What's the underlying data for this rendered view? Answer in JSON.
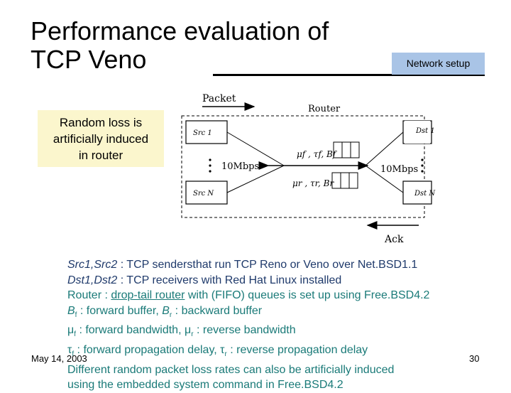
{
  "slide": {
    "title_line1": "Performance evaluation of",
    "title_line2": "TCP Veno",
    "tag": "Network setup",
    "callout": [
      "Random loss is",
      "artificially induced",
      "in router"
    ],
    "date": "May 14, 2003",
    "page_number": "30"
  },
  "diagram": {
    "packet_label": "Packet",
    "router_label": "Router",
    "ack_label": "Ack",
    "src1": "Src 1",
    "srcN": "Src N",
    "dst1": "Dst 1",
    "dstN": "Dst N",
    "link_left": "10Mbps",
    "link_right": "10Mbps",
    "forward_params": "μf , τf, Bf",
    "reverse_params": "μr , τr, Br"
  },
  "description": {
    "line1_term": "Src1,Src2",
    "line1_text": " : TCP sendersthat run TCP Reno or Veno over Net.BSD1.1",
    "line2_term": "Dst1,Dst2",
    "line2_text": " : TCP receivers with Red Hat Linux installed",
    "line3_term": "Router",
    "line3_sep": " : ",
    "line3_link": "drop-tail router",
    "line3_text": " with (FIFO) queues is set up using Free.BSD4.2",
    "line4_a": "B",
    "line4_a_sub": "f",
    "line4_mid": " : forward buffer, ",
    "line4_b": "B",
    "line4_b_sub": "r",
    "line4_end": " : backward buffer",
    "line5_a": "μ",
    "line5_a_sub": "f",
    "line5_mid": " : forward bandwidth, μ",
    "line5_b_sub": "r",
    "line5_end": " : reverse bandwidth",
    "line6_a": "τ",
    "line6_a_sub": "f",
    "line6_mid": "  : forward propagation delay, τ",
    "line6_b_sub": "r",
    "line6_end": "  : reverse propagation delay",
    "line7": "Different random packet loss rates can also be artificially induced",
    "line8": "using the embedded system command in Free.BSD4.2"
  },
  "colors": {
    "tag_bg": "#a9c4e6",
    "callout_bg": "#fbf6cd",
    "teal": "#1a7a78",
    "navy": "#1f3a6b"
  }
}
